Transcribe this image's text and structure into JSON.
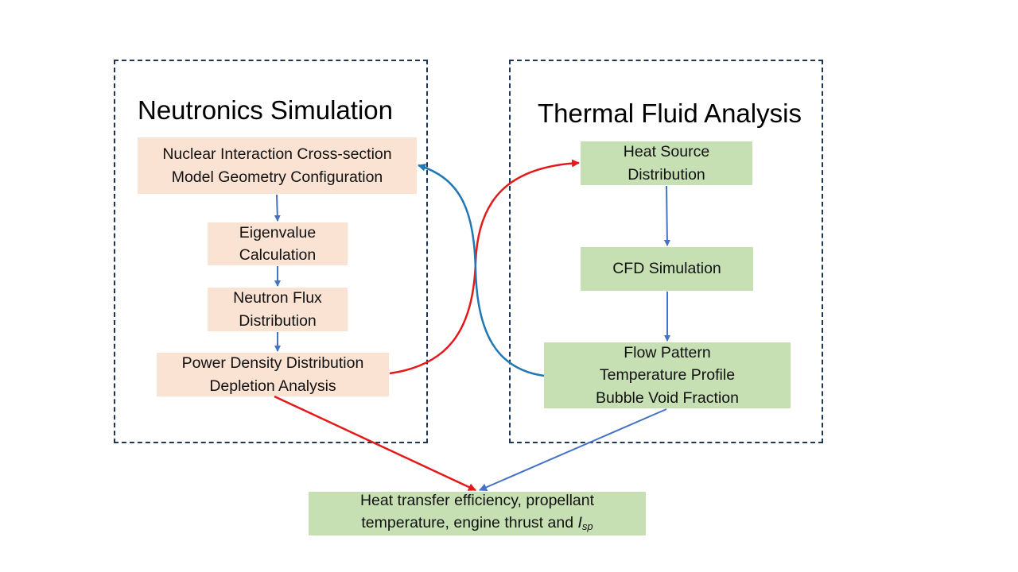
{
  "panels": {
    "neutronics": {
      "title": "Neutronics Simulation"
    },
    "thermal": {
      "title": "Thermal Fluid Analysis"
    }
  },
  "boxes": {
    "cross_section": {
      "lines": [
        "Nuclear Interaction Cross-section",
        "Model Geometry Configuration"
      ]
    },
    "eigenvalue": {
      "lines": [
        "Eigenvalue",
        "Calculation"
      ]
    },
    "neutron_flux": {
      "lines": [
        "Neutron Flux",
        "Distribution"
      ]
    },
    "power_density": {
      "lines": [
        "Power Density Distribution",
        "Depletion Analysis"
      ]
    },
    "heat_source": {
      "lines": [
        "Heat Source",
        "Distribution"
      ]
    },
    "cfd": {
      "lines": [
        "CFD Simulation"
      ]
    },
    "flow_pattern": {
      "lines": [
        "Flow Pattern",
        "Temperature Profile",
        "Bubble Void Fraction"
      ]
    },
    "result": {
      "line1": "Heat transfer efficiency, propellant",
      "line2_prefix": "temperature, engine thrust and ",
      "symbol": "I",
      "subscript": "sp"
    }
  },
  "colors": {
    "border": "#1f3552",
    "peach": "#fbe3d4",
    "green": "#c6e0b4",
    "blue_arrow": "#4472c4",
    "red_arrow": "#e41a1a",
    "teal_arrow": "#1f77b4"
  }
}
